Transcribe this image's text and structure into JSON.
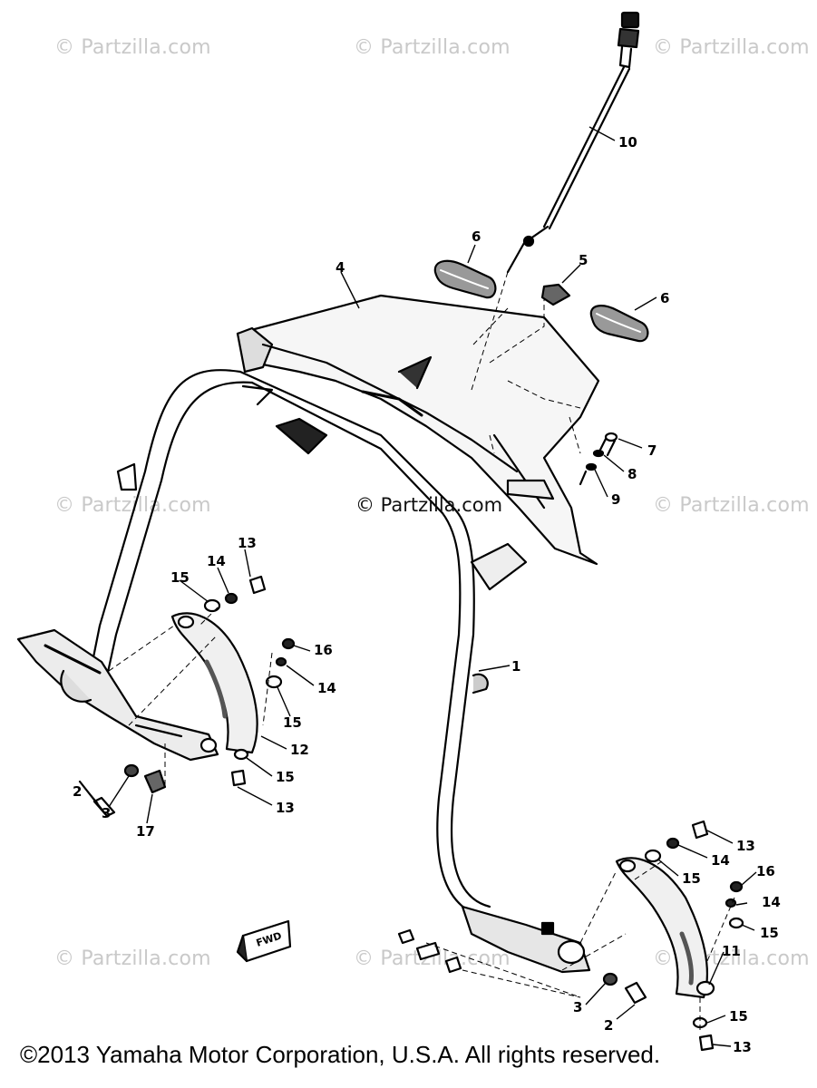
{
  "watermarks": [
    "© Partzilla.com",
    "© Partzilla.com",
    "© Partzilla.com",
    "© Partzilla.com",
    "© Partzilla.com",
    "© Partzilla.com",
    "© Partzilla.com",
    "© Partzilla.com"
  ],
  "center_watermark": "© Partzilla.com",
  "fwd_label": "FWD",
  "callouts": {
    "c10": "10",
    "c6a": "6",
    "c5": "5",
    "c6b": "6",
    "c4": "4",
    "c7": "7",
    "c8": "8",
    "c9": "9",
    "c1": "1",
    "c13a": "13",
    "c14a": "14",
    "c15a": "15",
    "c16a": "16",
    "c14b": "14",
    "c15b": "15",
    "c12": "12",
    "c15c": "15",
    "c13b": "13",
    "c2a": "2",
    "c3a": "3",
    "c17": "17",
    "c13c": "13",
    "c14c": "14",
    "c15d": "15",
    "c16b": "16",
    "c14d": "14",
    "c15e": "15",
    "c11": "11",
    "c15f": "15",
    "c13d": "13",
    "c3b": "3",
    "c2b": "2"
  },
  "copyright": "©2013  Yamaha Motor Corporation, U.S.A. All rights reserved."
}
